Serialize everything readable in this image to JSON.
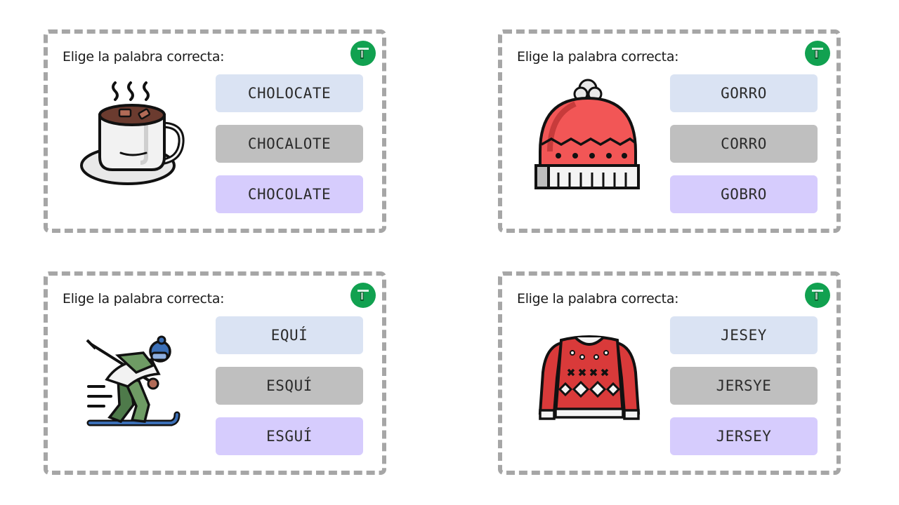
{
  "cards": [
    {
      "prompt": "Elige la palabra correcta:",
      "illustration": "hot-chocolate-cup-icon",
      "options": [
        "CHOLOCATE",
        "CHOCALOTE",
        "CHOCOLATE"
      ]
    },
    {
      "prompt": "Elige la palabra correcta:",
      "illustration": "winter-hat-icon",
      "options": [
        "GORRO",
        "CORRO",
        "GOBRO"
      ]
    },
    {
      "prompt": "Elige la palabra correcta:",
      "illustration": "skier-icon",
      "options": [
        "EQUÍ",
        "ESQUÍ",
        "ESGUÍ"
      ]
    },
    {
      "prompt": "Elige la palabra correcta:",
      "illustration": "sweater-icon",
      "options": [
        "JESEY",
        "JERSYE",
        "JERSEY"
      ]
    }
  ],
  "colors": {
    "dashed_border": "#a6a6a6",
    "option_1_bg": "#dae3f3",
    "option_2_bg": "#bfbfbf",
    "option_3_bg": "#d6ccfd",
    "logo_green": "#11a150"
  }
}
